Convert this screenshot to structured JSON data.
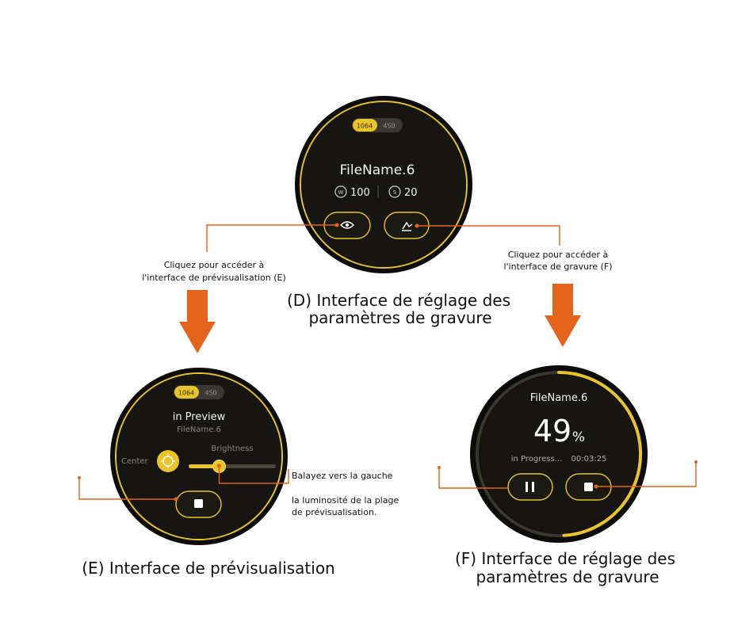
{
  "panel_d": {
    "tab_active": "1064",
    "tab_inactive": "450",
    "filename": "FileName.6",
    "power_value": "100",
    "speed_value": "20",
    "caption_line1": "(D) Interface de réglage des",
    "caption_line2": "paramètres de gravure"
  },
  "note_preview": {
    "line1": "Cliquez pour accéder à",
    "line2": "l'interface de prévisualisation (E)"
  },
  "note_engrave": {
    "line1": "Cliquez pour accéder à",
    "line2": "l'interface de gravure (F)"
  },
  "panel_e": {
    "tab_active": "1064",
    "tab_inactive": "450",
    "status": "in Preview",
    "filename": "FileName.6",
    "center_label": "Center",
    "brightness_label": "Brightness",
    "brightness_level": 0.35,
    "caption": "(E) Interface de prévisualisation"
  },
  "note_brightness": {
    "line1": "Balayez vers la gauche",
    "line2": "la luminosité de la plage",
    "line3": "de prévisualisation."
  },
  "panel_f": {
    "filename": "FileName.6",
    "percent_value": "49",
    "percent_sign": "%",
    "progress": 0.49,
    "status": "in Progress...",
    "elapsed": "00:03:25",
    "caption_line1": "(F) Interface de réglage des",
    "caption_line2": "paramètres de gravure"
  },
  "colors": {
    "accent_gold": "#e8c42a",
    "callout_orange": "#e3641a",
    "dial_bg": "#161410",
    "ring": "#0a0a0a"
  }
}
